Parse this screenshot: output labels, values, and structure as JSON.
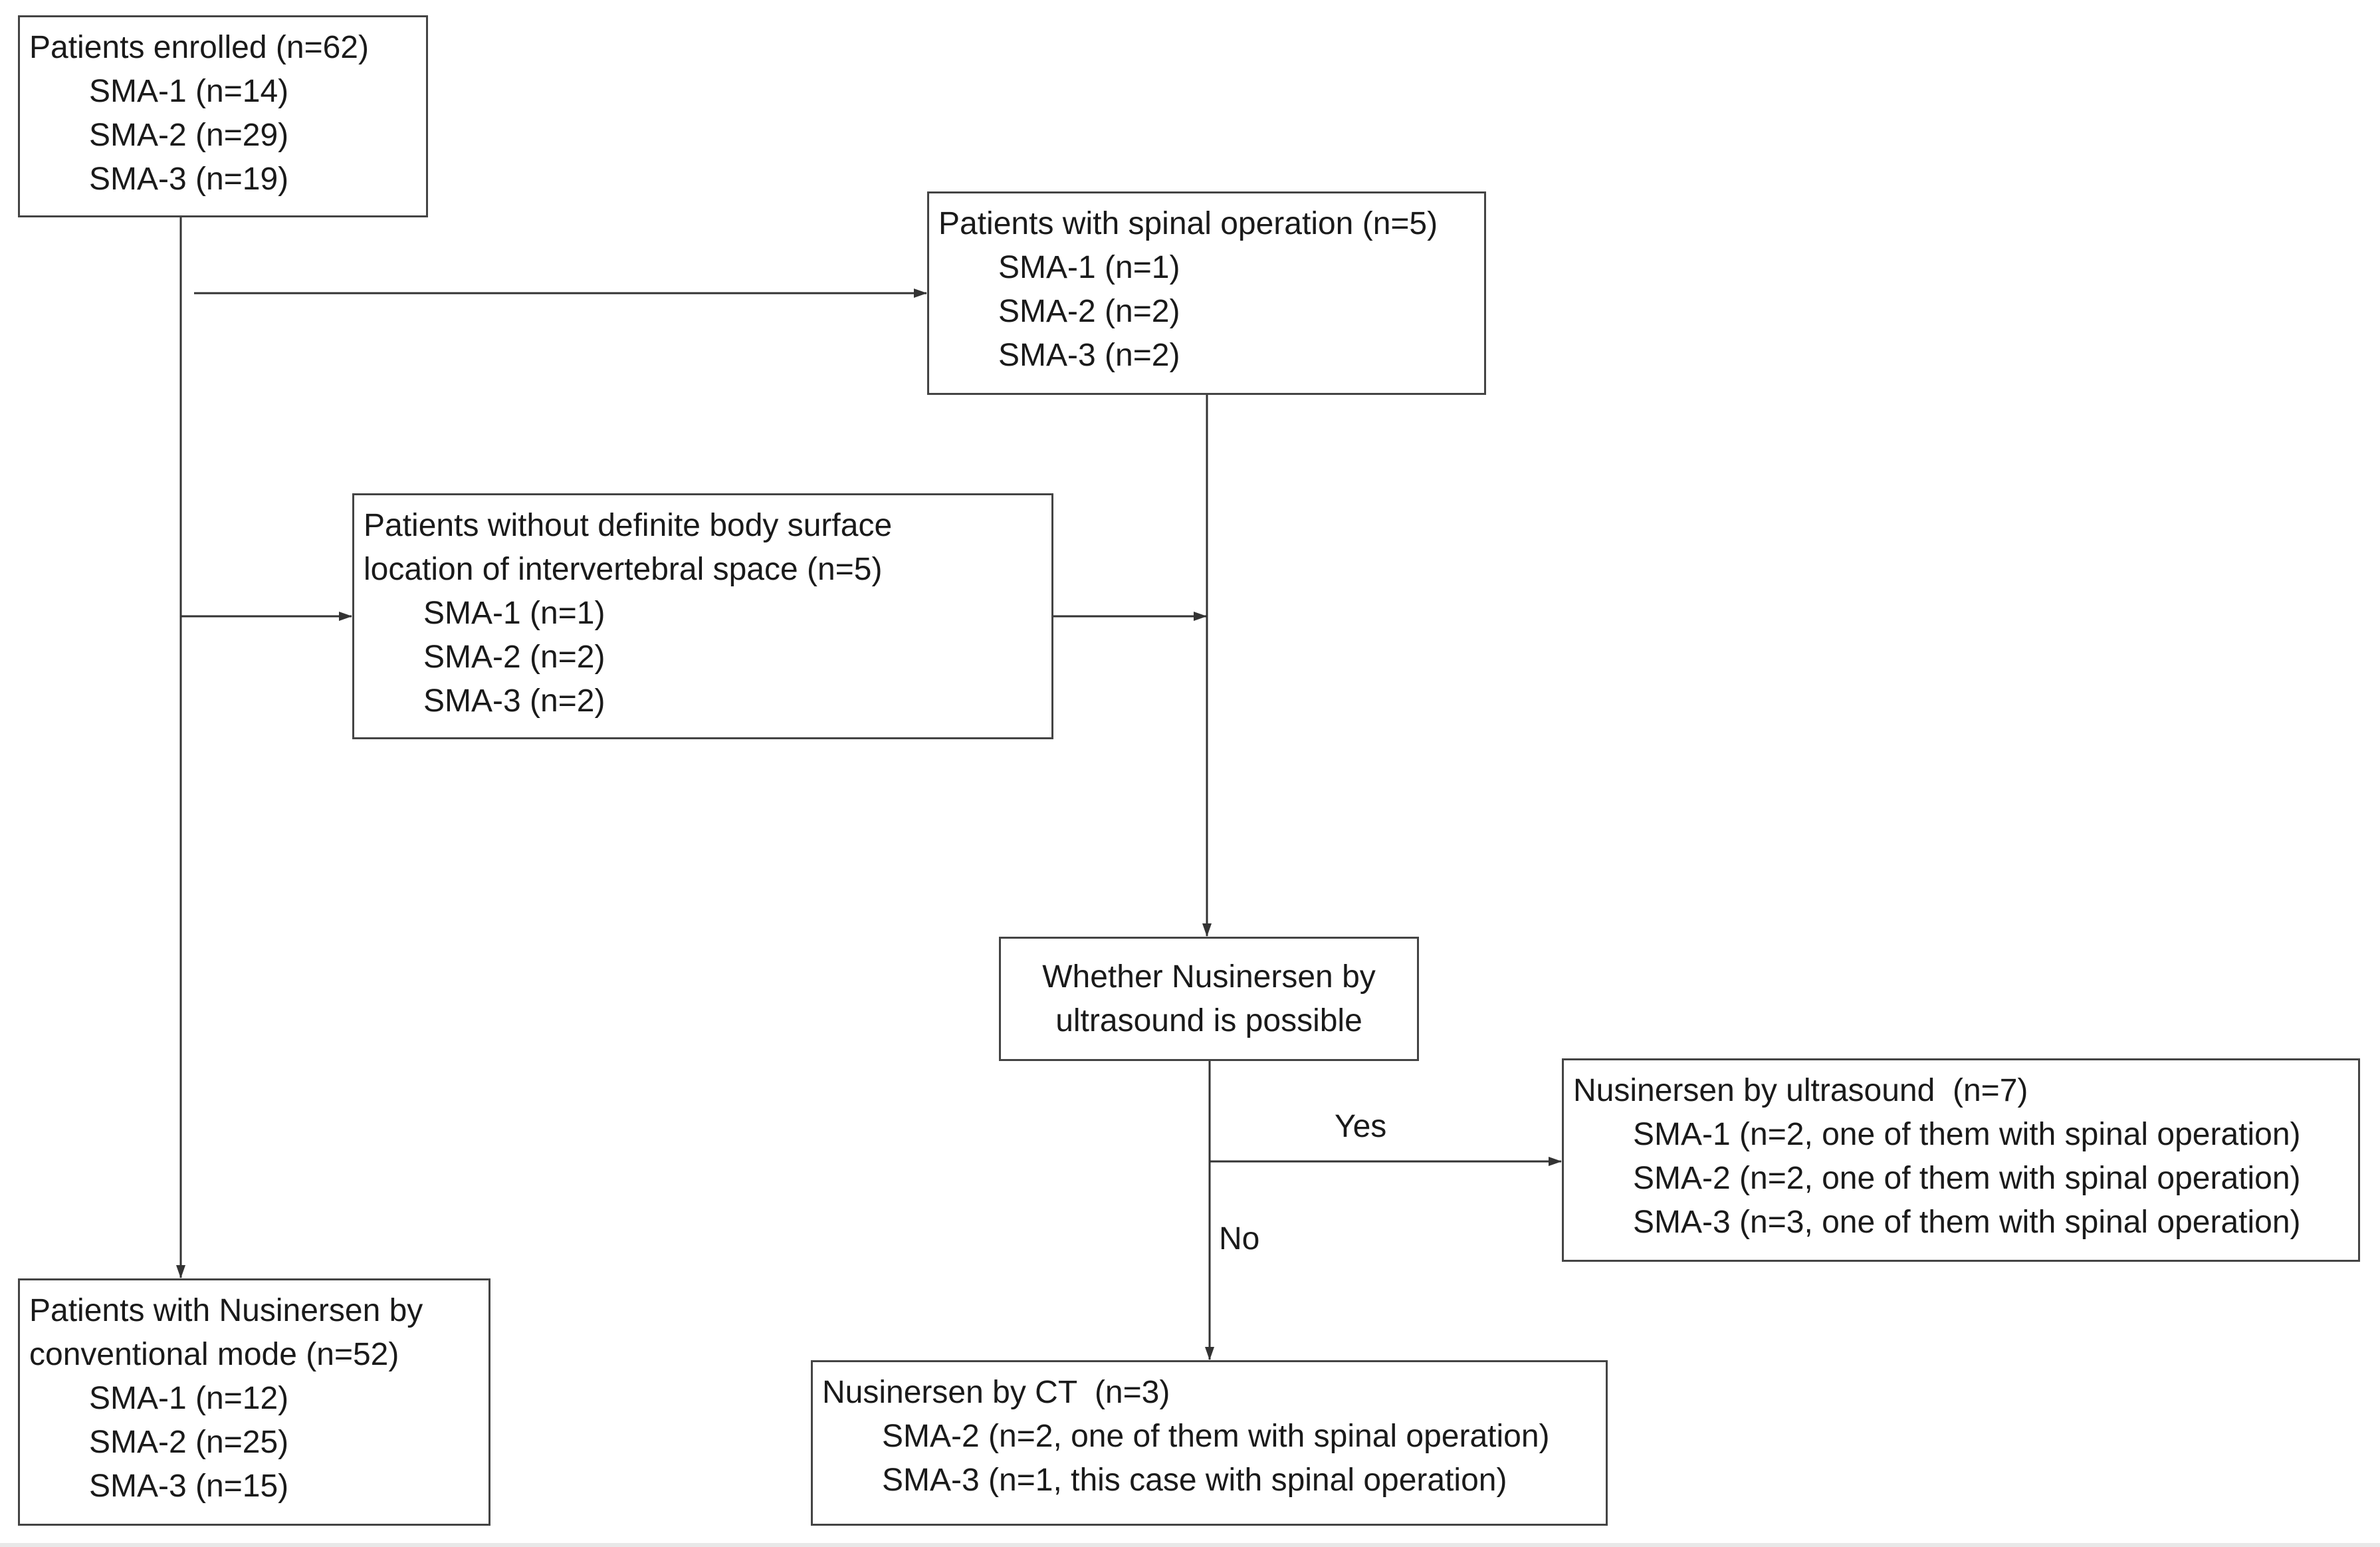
{
  "colors": {
    "background": "#ffffff",
    "line": "#333333",
    "text": "#1a1a1a"
  },
  "enrolled": {
    "title": "Patients enrolled (n=62)",
    "items": [
      "SMA-1 (n=14)",
      "SMA-2 (n=29)",
      "SMA-3 (n=19)"
    ]
  },
  "spinal_operation": {
    "title": "Patients with spinal operation (n=5)",
    "items": [
      "SMA-1 (n=1)",
      "SMA-2 (n=2)",
      "SMA-3 (n=2)"
    ]
  },
  "undefined_location": {
    "title_lines": [
      "Patients without definite body surface",
      "location of intervertebral space (n=5)"
    ],
    "items": [
      "SMA-1 (n=1)",
      "SMA-2 (n=2)",
      "SMA-3 (n=2)"
    ]
  },
  "decision": {
    "lines": [
      "Whether Nusinersen by",
      "ultrasound is possible"
    ],
    "yes_label": "Yes",
    "no_label": "No"
  },
  "ultrasound": {
    "title": "Nusinersen by ultrasound  (n=7)",
    "items": [
      "SMA-1 (n=2, one of them with spinal operation)",
      "SMA-2 (n=2, one of them with spinal operation)",
      "SMA-3 (n=3, one of them with spinal operation)"
    ]
  },
  "conventional": {
    "title_lines": [
      "Patients with Nusinersen by",
      "conventional mode (n=52)"
    ],
    "items": [
      "SMA-1 (n=12)",
      "SMA-2 (n=25)",
      "SMA-3 (n=15)"
    ]
  },
  "ct": {
    "title": "Nusinersen by CT  (n=3)",
    "items": [
      "SMA-2 (n=2, one of them with spinal operation)",
      "SMA-3 (n=1, this case with spinal operation)"
    ]
  }
}
